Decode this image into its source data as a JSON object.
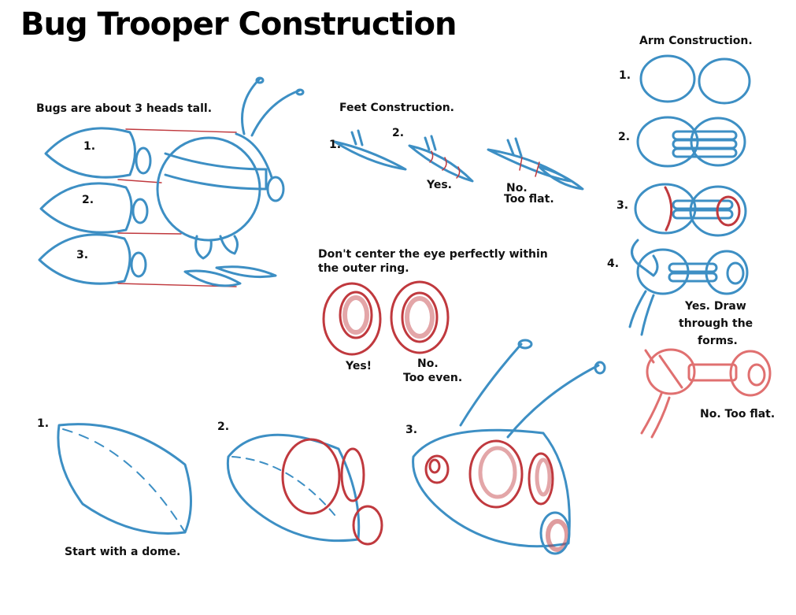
{
  "title": "Bug Trooper Construction",
  "heads_section": {
    "caption": "Bugs are about 3 heads tall.",
    "steps": [
      "1.",
      "2.",
      "3."
    ]
  },
  "feet_section": {
    "caption": "Feet Construction.",
    "step1": "1.",
    "step2": "2.",
    "yes": "Yes.",
    "no_line1": "No.",
    "no_line2": "Too flat."
  },
  "eye_section": {
    "caption_line1": "Don't center the eye perfectly within",
    "caption_line2": "the outer ring.",
    "yes": "Yes!",
    "no_line1": "No.",
    "no_line2": "Too even."
  },
  "head_steps": {
    "step1": "1.",
    "step2": "2.",
    "step3": "3.",
    "caption": "Start with a dome."
  },
  "arm_section": {
    "caption": "Arm Construction.",
    "steps": [
      "1.",
      "2.",
      "3.",
      "4."
    ],
    "yes_line1": "Yes.  Draw",
    "yes_line2": "through the",
    "yes_line3": "forms.",
    "no": "No.  Too flat."
  },
  "colors": {
    "blue_pencil": "#3d8fc4",
    "red_pencil": "#c0393e",
    "text": "#111111"
  }
}
